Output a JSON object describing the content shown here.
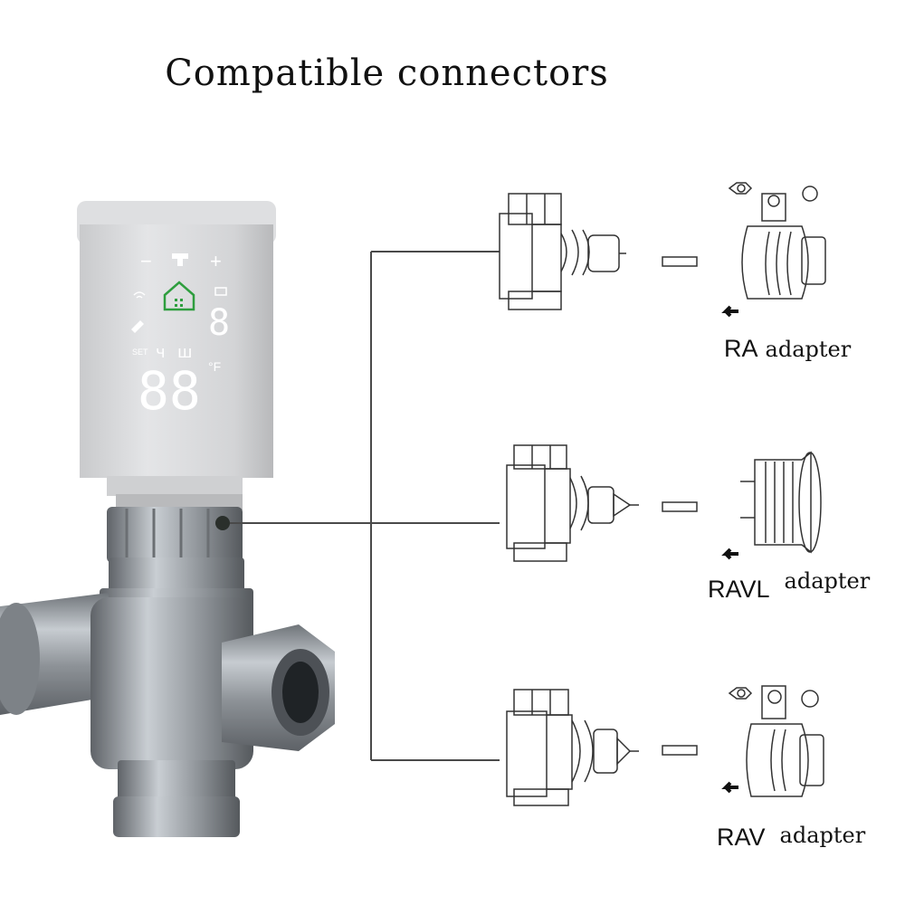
{
  "title": "Compatible connectors",
  "display": {
    "minus": "−",
    "plus": "+",
    "set": "SET",
    "temp_digits": "88",
    "side_digit": "8",
    "unit": "°F",
    "small_a": "ч",
    "small_b": "ш"
  },
  "adapters": [
    {
      "code": "RA",
      "word": "adapter"
    },
    {
      "code": "RAVL",
      "word": "adapter"
    },
    {
      "code": "RAV",
      "word": "adapter"
    }
  ],
  "colors": {
    "accent": "#2e9e3e",
    "valve": "#9aa0a6",
    "body": "#d7d8da"
  }
}
